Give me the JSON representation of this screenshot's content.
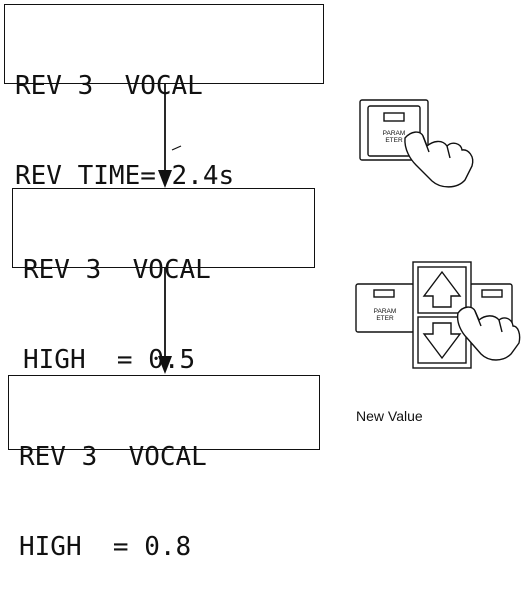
{
  "displays": [
    {
      "line1": "REV 3  VOCAL",
      "line2": "REV TIME= 2.4s"
    },
    {
      "line1": "REV 3  VOCAL",
      "line2": "HIGH  = 0.5"
    },
    {
      "line1": "REV 3  VOCAL",
      "line2": "HIGH  = 0.8"
    }
  ],
  "parameter_button": {
    "label_line1": "PARAM",
    "label_line2": "ETER"
  },
  "step_caption": "New Value"
}
